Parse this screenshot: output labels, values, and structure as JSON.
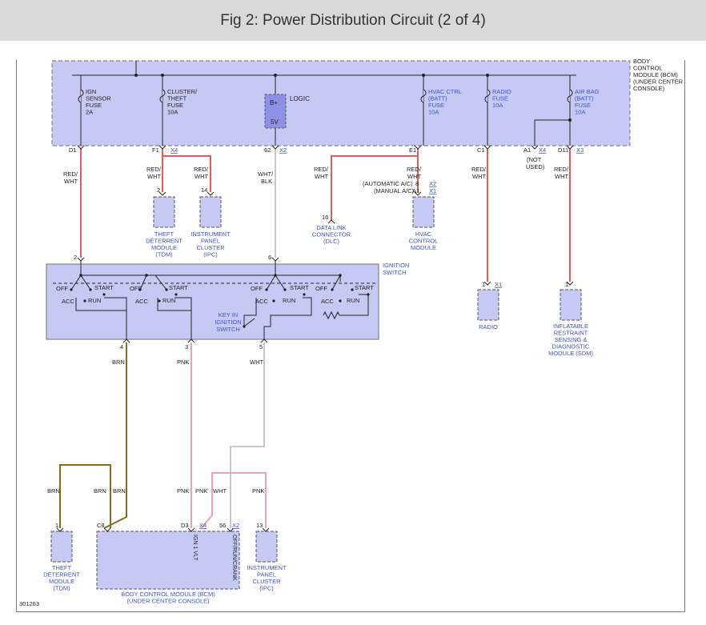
{
  "page_title": "Fig 2: Power Distribution Circuit (2 of 4)",
  "figure_id": "301263",
  "colors": {
    "module_fill": "#c7c9f5",
    "module_stroke": "#707070",
    "link": "#3b55c9",
    "red": "#e85a5a",
    "pink": "#f2a0b4",
    "gray": "#c8c8c8",
    "brown": "#8a6a18"
  },
  "bcm_top": {
    "label": [
      "BODY",
      "CONTROL",
      "MODULE (BCM)",
      "(UNDER CENTER",
      "CONSOLE)"
    ],
    "fuses": [
      {
        "lines": [
          "IGN",
          "SENSOR",
          "FUSE",
          "2A"
        ]
      },
      {
        "lines": [
          "CLUSTER/",
          "THEFT",
          "FUSE",
          "10A"
        ]
      },
      {
        "lines": [
          "HVAC CTRL",
          "(BATT)",
          "FUSE",
          "10A"
        ]
      },
      {
        "lines": [
          "RADIO",
          "FUSE",
          "10A"
        ]
      },
      {
        "lines": [
          "AIR BAG",
          "(BATT)",
          "FUSE",
          "10A"
        ]
      }
    ],
    "logic_box": {
      "top": "B+",
      "bottom": "5V",
      "label": "LOGIC"
    },
    "pins": [
      "D1",
      "F1",
      "62",
      "E1",
      "C1",
      "A1",
      "D11"
    ],
    "connectors": [
      "X4",
      "X2",
      "X4",
      "X3"
    ],
    "not_used": [
      "(NOT",
      "USED)"
    ]
  },
  "wires": {
    "red_wht": [
      "RED/",
      "WHT"
    ],
    "wht_blk": [
      "WHT/",
      "BLK"
    ],
    "brn": "BRN",
    "pnk": "PNK",
    "wht": "WHT"
  },
  "middle": {
    "tdm": {
      "pin": "2",
      "label": [
        "THEFT",
        "DETERRENT",
        "MODULE",
        "(TDM)"
      ]
    },
    "ipc": {
      "pin": "14",
      "label": [
        "INSTRUMENT",
        "PANEL",
        "CLUSTER",
        "(IPC)"
      ]
    },
    "dlc": {
      "pin": "16",
      "label": [
        "DATA LINK",
        "CONNECTOR",
        "(DLC)"
      ]
    },
    "hvac": {
      "pin_auto": "8",
      "pin_manual": "A1",
      "conn_auto": "X2",
      "conn_manual": "X1",
      "note_auto": "(AUTOMATIC A/C)",
      "note_manual": "(MANUAL A/C)",
      "label": [
        "HVAC",
        "CONTROL",
        "MODULE"
      ]
    },
    "radio": {
      "pin": "1",
      "conn": "X1",
      "label": "RADIO"
    },
    "sdm": {
      "pin": "1",
      "label": [
        "INFLATABLE",
        "RESTRAINT",
        "SENSING &",
        "DIAGNOSTIC",
        "MODULE (SDM)"
      ]
    }
  },
  "ignition": {
    "label": [
      "IGNITION",
      "SWITCH"
    ],
    "pins_top": [
      "2",
      "6"
    ],
    "pins_bottom": [
      "4",
      "3",
      "5"
    ],
    "positions": {
      "off": "OFF",
      "start": "START",
      "acc": "ACC",
      "run": "RUN"
    },
    "key_label": [
      "KEY IN",
      "IGNITION",
      "SWITCH"
    ]
  },
  "bottom": {
    "tdm": {
      "pin": "1",
      "label": [
        "THEFT",
        "DETERRENT",
        "MODULE",
        "(TDM)"
      ]
    },
    "bcm": {
      "pins": [
        "C8",
        "D3",
        "56"
      ],
      "conns": [
        "X4",
        "X2"
      ],
      "inner": [
        "IGN 1 VLT",
        "OFF/RUN/CRANK"
      ],
      "label": [
        "BODY CONTROL MODULE (BCM)",
        "(UNDER CENTER CONSOLE)"
      ]
    },
    "ipc": {
      "pin": "13",
      "label": [
        "INSTRUMENT",
        "PANEL",
        "CLUSTER",
        "(IPC)"
      ]
    }
  }
}
